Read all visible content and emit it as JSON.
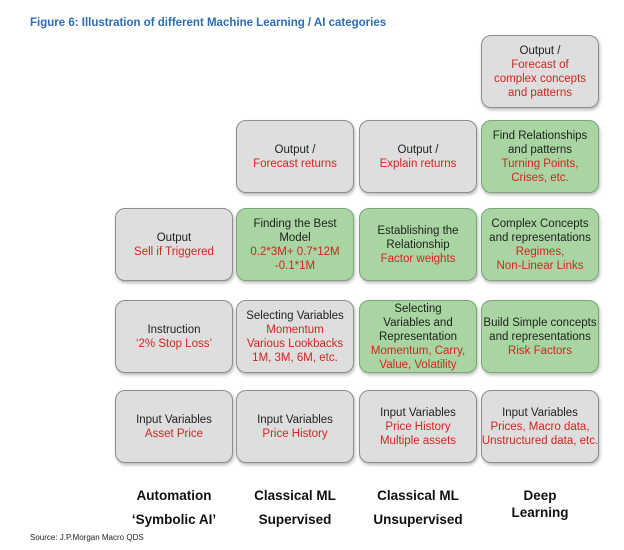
{
  "title": "Figure 6: Illustration of different Machine Learning / AI categories",
  "source": "Source: J.P.Morgan Macro QDS",
  "colors": {
    "title": "#2c6db5",
    "grey_box": "#dedede",
    "green_box": "#a8d5a1",
    "red_text": "#d0261f"
  },
  "columns": [
    {
      "label_lines": [
        "Automation",
        "‘Symbolic AI’"
      ],
      "boxes": [
        {
          "style": "grey",
          "dark": [
            "Input Variables"
          ],
          "red": [
            "Asset Price"
          ]
        },
        {
          "style": "grey",
          "dark": [
            "Instruction"
          ],
          "red": [
            "‘2% Stop Loss’"
          ]
        },
        {
          "style": "grey",
          "dark": [
            "Output"
          ],
          "red": [
            "Sell if Triggered"
          ]
        }
      ]
    },
    {
      "label_lines": [
        "Classical ML",
        "Supervised"
      ],
      "boxes": [
        {
          "style": "grey",
          "dark": [
            "Input Variables"
          ],
          "red": [
            "Price History"
          ]
        },
        {
          "style": "grey",
          "dark": [
            "Selecting Variables"
          ],
          "red": [
            "Momentum",
            "Various Lookbacks",
            "1M, 3M, 6M, etc."
          ]
        },
        {
          "style": "green",
          "dark": [
            "Finding the Best",
            "Model"
          ],
          "red": [
            "0.2*3M+ 0.7*12M",
            "-0.1*1M"
          ]
        },
        {
          "style": "grey",
          "dark": [
            "Output /"
          ],
          "red": [
            "Forecast returns"
          ]
        }
      ]
    },
    {
      "label_lines": [
        "Classical ML",
        "Unsupervised"
      ],
      "boxes": [
        {
          "style": "grey",
          "dark": [
            "Input Variables"
          ],
          "red": [
            "Price History",
            "Multiple assets"
          ]
        },
        {
          "style": "green",
          "dark": [
            "Selecting",
            "Variables and",
            "Representation"
          ],
          "red": [
            "Momentum,  Carry,",
            "Value, Volatility"
          ]
        },
        {
          "style": "green",
          "dark": [
            "Establishing the",
            "Relationship"
          ],
          "red": [
            "Factor weights"
          ]
        },
        {
          "style": "grey",
          "dark": [
            "Output /"
          ],
          "red": [
            "Explain returns"
          ]
        }
      ]
    },
    {
      "label_lines": [
        "Deep",
        "Learning"
      ],
      "boxes": [
        {
          "style": "grey",
          "dark": [
            "Input Variables"
          ],
          "red": [
            "Prices, Macro data,",
            "Unstructured  data, etc."
          ]
        },
        {
          "style": "green",
          "dark": [
            "Build Simple concepts",
            "and representations"
          ],
          "red": [
            "Risk Factors"
          ]
        },
        {
          "style": "green",
          "dark": [
            "Complex Concepts",
            "and representations"
          ],
          "red": [
            "Regimes,",
            "Non-Linear Links"
          ]
        },
        {
          "style": "green",
          "dark": [
            "Find Relationships",
            "and patterns"
          ],
          "red": [
            "Turning  Points,",
            "Crises, etc."
          ]
        },
        {
          "style": "grey",
          "dark": [
            "Output /"
          ],
          "red": [
            "Forecast  of",
            "complex concepts",
            "and patterns"
          ]
        }
      ]
    }
  ]
}
